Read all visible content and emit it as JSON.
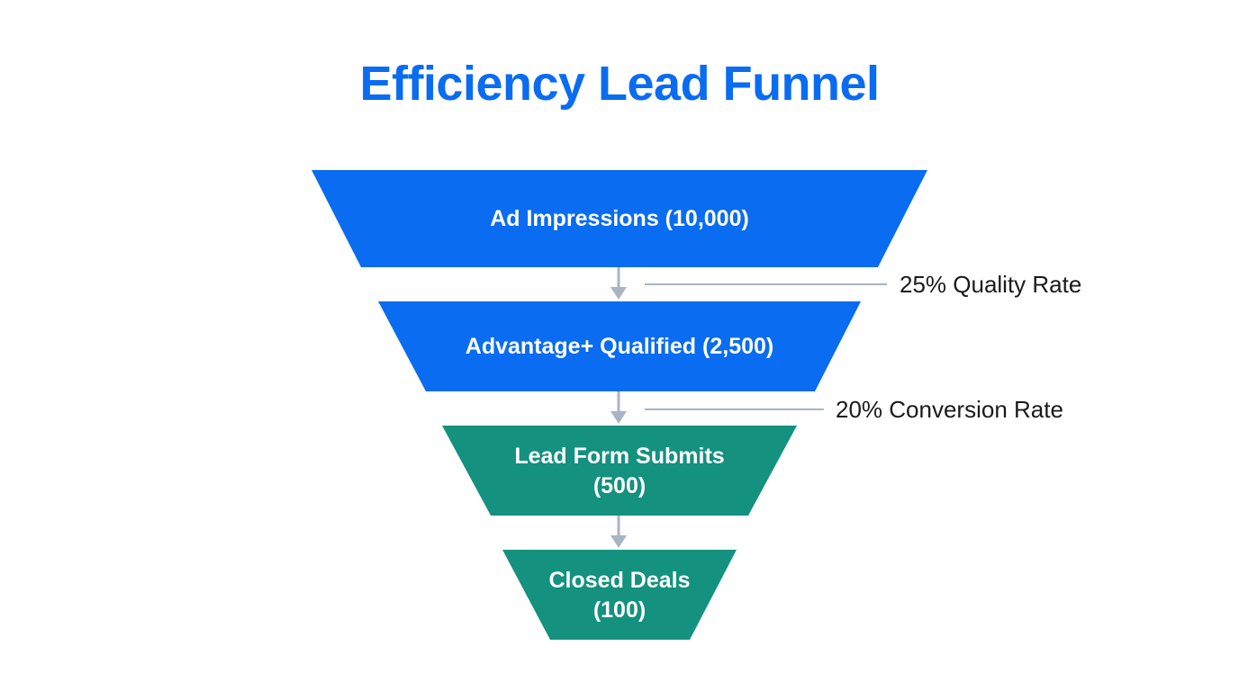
{
  "title": "Efficiency Lead Funnel",
  "colors": {
    "title": "#0a6cf0",
    "stage_blue": "#0a6cf0",
    "stage_teal": "#14917f",
    "arrow": "#a9b4c4",
    "annotation_line": "#a9b4c4",
    "annotation_text": "#1a1a1a"
  },
  "stages": [
    {
      "label": "Ad Impressions (10,000)",
      "name": "Ad Impressions",
      "value": 10000,
      "color": "blue"
    },
    {
      "label": "Advantage+ Qualified (2,500)",
      "name": "Advantage+ Qualified",
      "value": 2500,
      "color": "blue"
    },
    {
      "label_line1": "Lead Form Submits",
      "label_line2": "(500)",
      "name": "Lead Form Submits",
      "value": 500,
      "color": "teal"
    },
    {
      "label_line1": "Closed Deals",
      "label_line2": "(100)",
      "name": "Closed Deals",
      "value": 100,
      "color": "teal"
    }
  ],
  "annotations": [
    {
      "text": "25% Quality Rate",
      "between": [
        "Ad Impressions",
        "Advantage+ Qualified"
      ]
    },
    {
      "text": "20% Conversion Rate",
      "between": [
        "Advantage+ Qualified",
        "Lead Form Submits"
      ]
    }
  ],
  "arrows": [
    {
      "icon": "arrow-down-icon"
    },
    {
      "icon": "arrow-down-icon"
    },
    {
      "icon": "arrow-down-icon"
    }
  ]
}
